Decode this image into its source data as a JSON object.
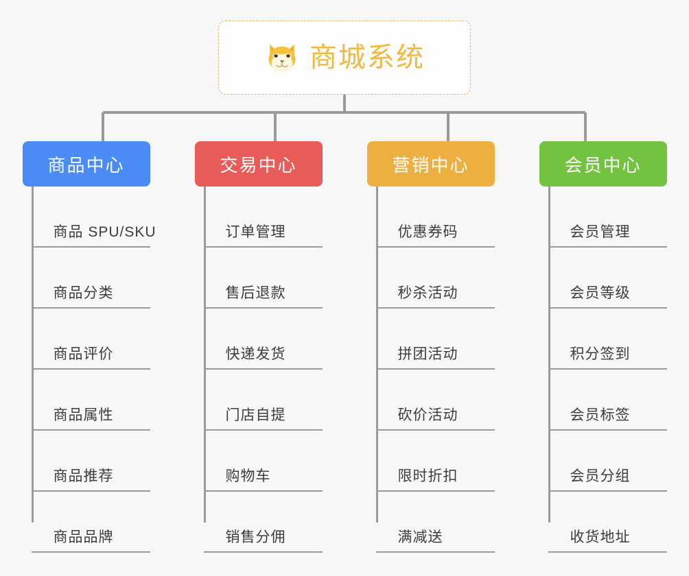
{
  "root": {
    "title": "商城系统",
    "icon": "shiba-dog-face-emoji",
    "title_color": "#f0b93f",
    "border_color": "#e6b96a"
  },
  "connector_color": "#9a9a9a",
  "columns": [
    {
      "title": "商品中心",
      "color": "#4a8bf5",
      "items": [
        "商品 SPU/SKU",
        "商品分类",
        "商品评价",
        "商品属性",
        "商品推荐",
        "商品品牌"
      ]
    },
    {
      "title": "交易中心",
      "color": "#e95b58",
      "items": [
        "订单管理",
        "售后退款",
        "快递发货",
        "门店自提",
        "购物车",
        "销售分佣"
      ]
    },
    {
      "title": "营销中心",
      "color": "#eeaf41",
      "items": [
        "优惠券码",
        "秒杀活动",
        "拼团活动",
        "砍价活动",
        "限时折扣",
        "满减送"
      ]
    },
    {
      "title": "会员中心",
      "color": "#73c341",
      "items": [
        "会员管理",
        "会员等级",
        "积分签到",
        "会员标签",
        "会员分组",
        "收货地址"
      ]
    }
  ]
}
